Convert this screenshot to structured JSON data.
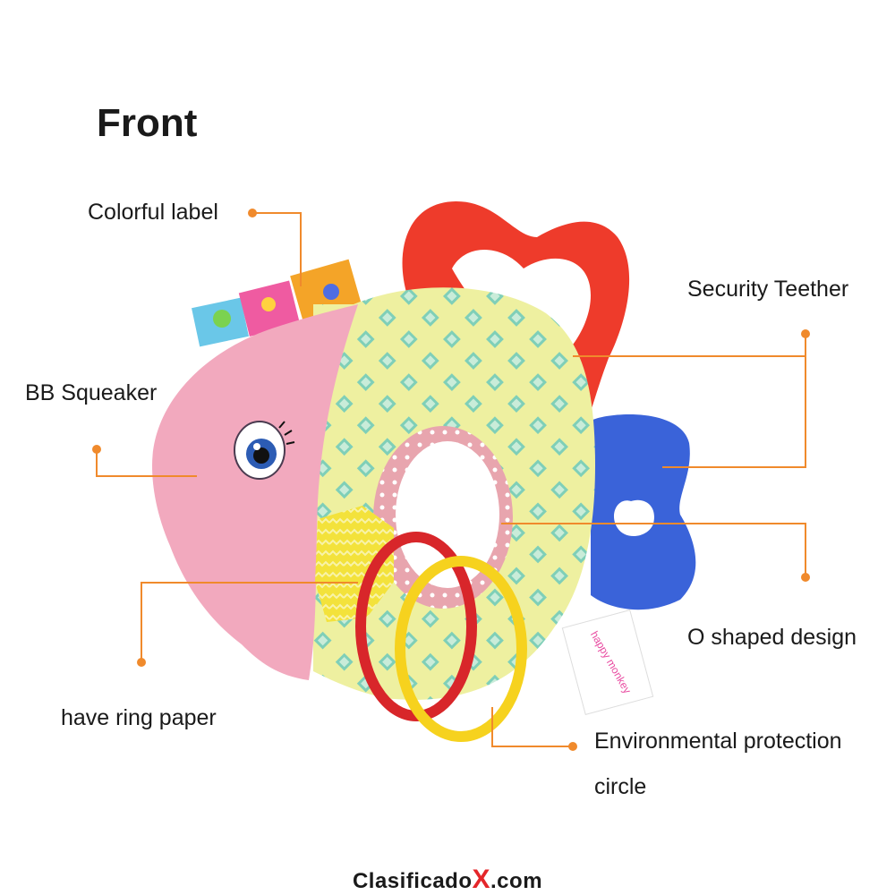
{
  "title": "Front",
  "labels": {
    "colorful_label": "Colorful label",
    "security_teether": "Security Teether",
    "bb_squeaker": "BB Squeaker",
    "o_shaped_design": "O shaped design",
    "have_ring_paper": "have ring paper",
    "environmental_line1": "Environmental protection",
    "environmental_line2": "circle"
  },
  "tag_text": "happy monkey",
  "watermark": {
    "prefix": "Clasificado",
    "x": "X",
    "suffix": ".com"
  },
  "colors": {
    "callout_orange": "#f08a2c",
    "fish_pink": "#f2a9be",
    "body_yellow": "#eef0a0",
    "pattern_teal": "#7fcfb8",
    "teether_red": "#ee3b2b",
    "teether_blue": "#3a63d9",
    "ring_yellow": "#f6d21e",
    "ring_red": "#d8262a",
    "watermark_red": "#e4262a"
  }
}
